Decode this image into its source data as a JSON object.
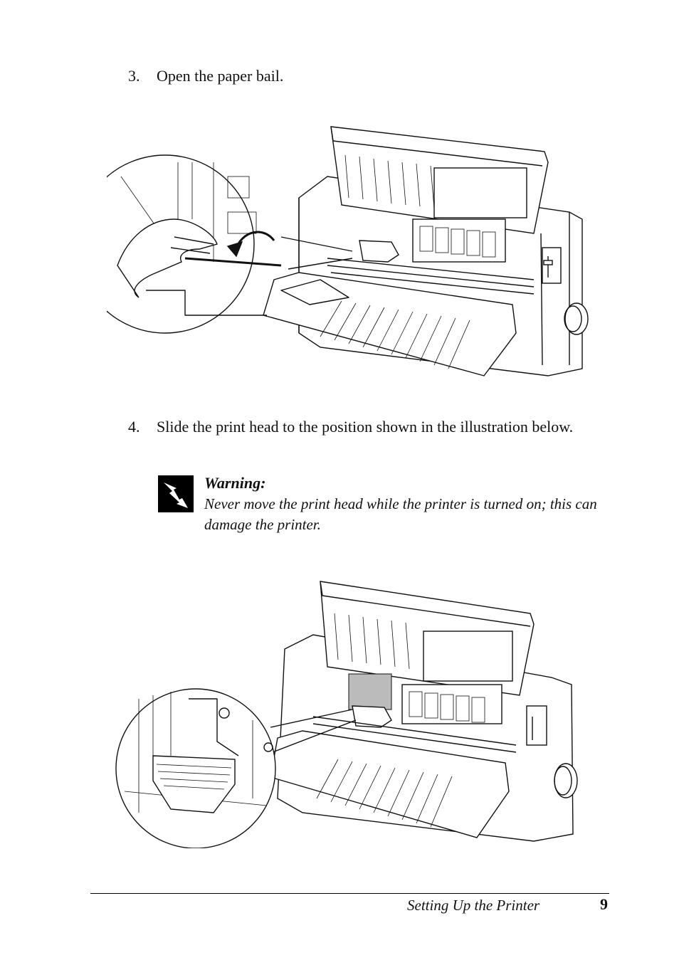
{
  "steps": [
    {
      "number": "3.",
      "text": "Open the paper bail."
    },
    {
      "number": "4.",
      "text": "Slide the print head to the position shown in the illustration below."
    }
  ],
  "warning": {
    "title": "Warning:",
    "body": "Never move the print head while the printer is turned on; this can damage the printer.",
    "icon": "warning-lightning-icon"
  },
  "footer": {
    "section_title": "Setting Up the Printer",
    "page_number": "9"
  }
}
